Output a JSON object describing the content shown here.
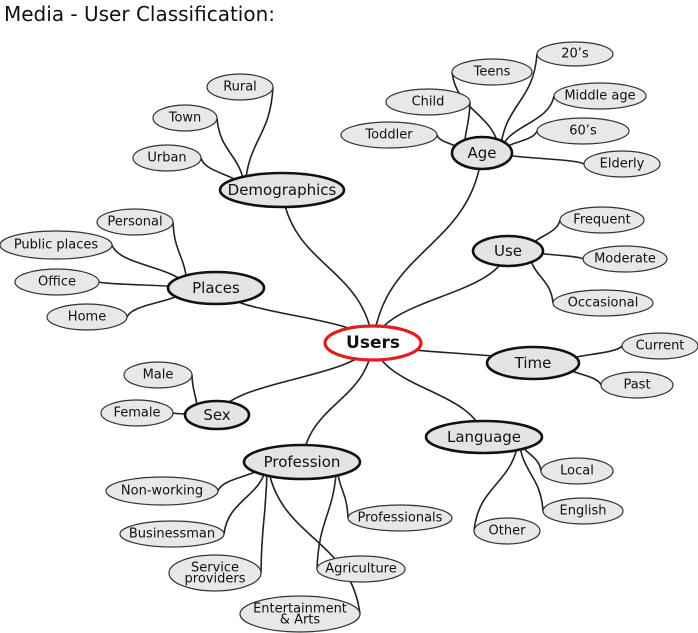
{
  "title": "Media - User Classification:",
  "root": {
    "label": "Users"
  },
  "branches": {
    "demographics": {
      "label": "Demographics",
      "children": [
        "Rural",
        "Town",
        "Urban"
      ]
    },
    "age": {
      "label": "Age",
      "children": [
        "Teens",
        "20’s",
        "Child",
        "Middle age",
        "Toddler",
        "60’s",
        "Elderly"
      ]
    },
    "places": {
      "label": "Places",
      "children": [
        "Personal",
        "Public places",
        "Office",
        "Home"
      ]
    },
    "use": {
      "label": "Use",
      "children": [
        "Frequent",
        "Moderate",
        "Occasional"
      ]
    },
    "time": {
      "label": "Time",
      "children": [
        "Current",
        "Past"
      ]
    },
    "sex": {
      "label": "Sex",
      "children": [
        "Male",
        "Female"
      ]
    },
    "language": {
      "label": "Language",
      "children": [
        "Local",
        "English",
        "Other"
      ]
    },
    "profession": {
      "label": "Profession",
      "children": [
        "Non-working",
        "Professionals",
        "Businessman",
        "Service\nproviders",
        "Agriculture",
        "Entertainment\n& Arts"
      ]
    }
  }
}
